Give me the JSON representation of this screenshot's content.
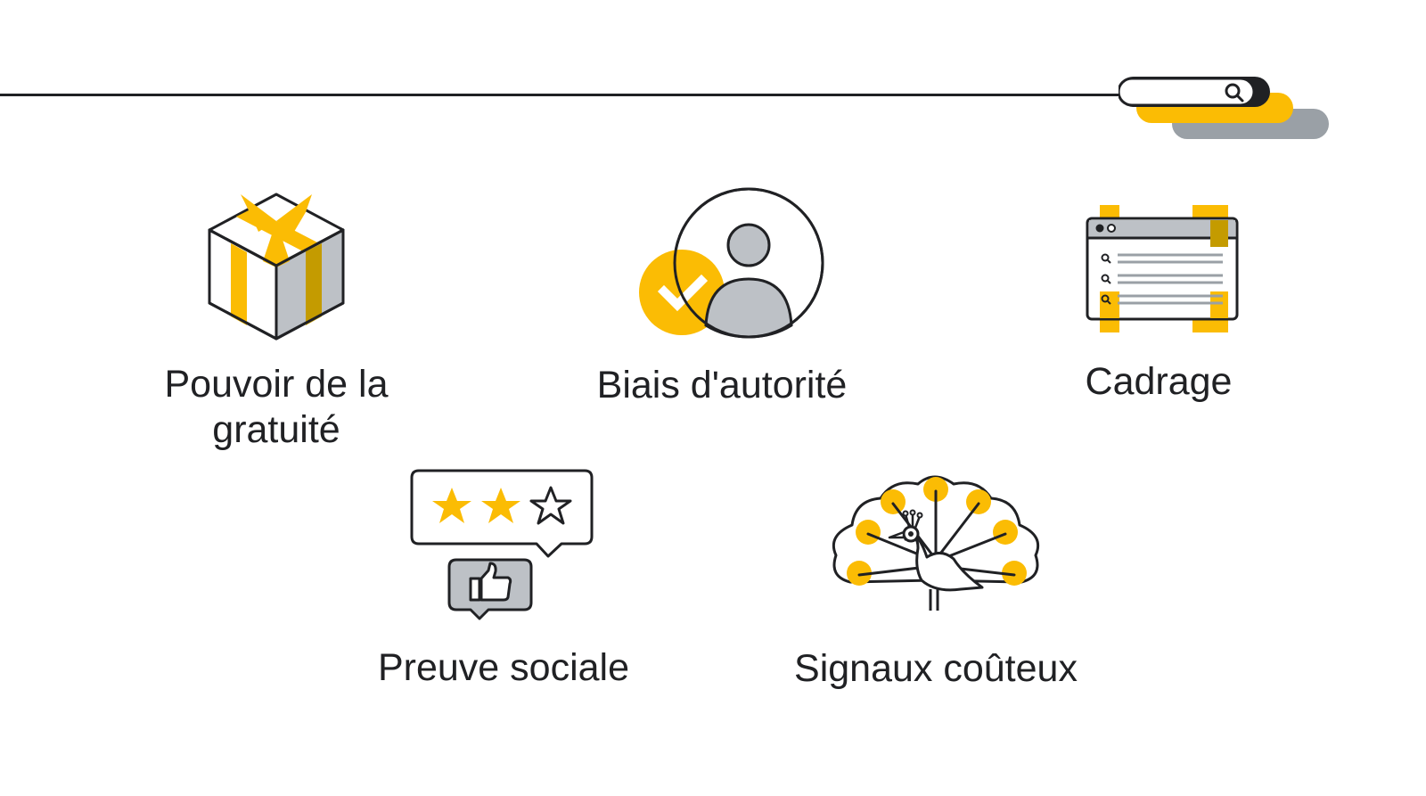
{
  "concepts": {
    "free": {
      "label": "Pouvoir de la gratuité",
      "icon": "gift-box-icon"
    },
    "authority": {
      "label": "Biais d'autorité",
      "icon": "verified-person-icon"
    },
    "framing": {
      "label": "Cadrage",
      "icon": "framed-search-results-icon"
    },
    "social": {
      "label": "Preuve sociale",
      "icon": "star-rating-thumbs-up-icon",
      "rating": "2 of 3 stars"
    },
    "signals": {
      "label": "Signaux coûteux",
      "icon": "peacock-icon"
    }
  },
  "colors": {
    "accent": "#FBBC04",
    "grey": "#BDC1C6",
    "dark": "#202124",
    "background": "#FFFFFF"
  },
  "decor": {
    "header": "search-bar-icon"
  }
}
